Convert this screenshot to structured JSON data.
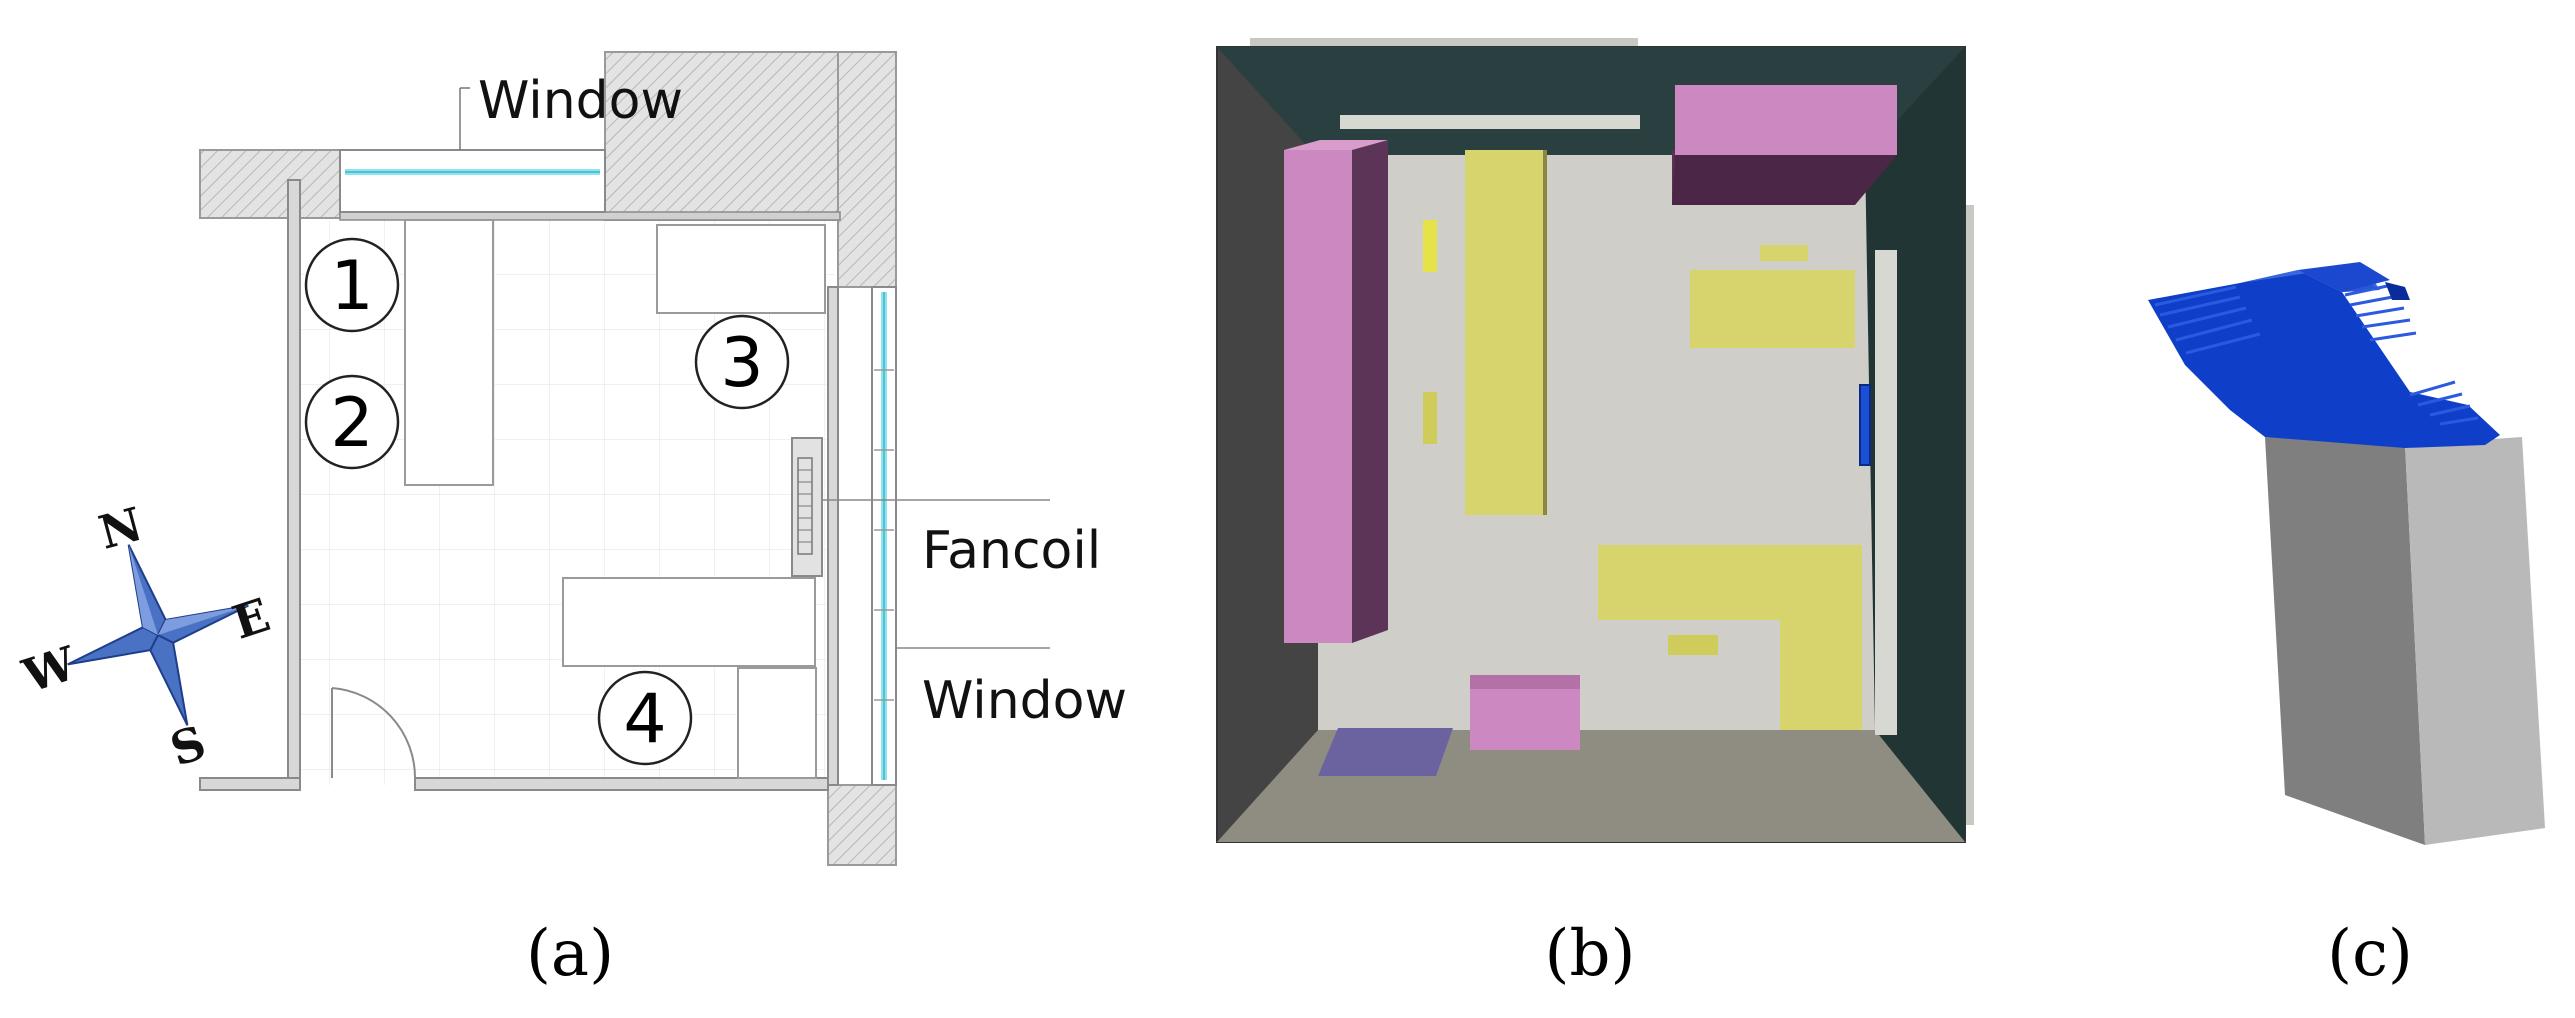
{
  "panel_a": {
    "window_top_label": "Window",
    "window_right_label": "Window",
    "fancoil_label": "Fancoil",
    "zones": [
      "1",
      "2",
      "3",
      "4"
    ],
    "compass": {
      "n": "N",
      "e": "E",
      "s": "S",
      "w": "W"
    },
    "caption": "(a)"
  },
  "panel_b": {
    "caption": "(b)"
  },
  "panel_c": {
    "caption": "(c)"
  },
  "colors": {
    "wall_hatch": "#d9d9d9",
    "window_glass": "#8fe3f0",
    "compass_blue": "#4a72c4",
    "room_floor": "#cfcec8",
    "dark_wall": "#454545",
    "teal_wall": "#1f3a3a",
    "pink_furniture": "#cc88c0",
    "yellow_furniture": "#d7d46e",
    "fancoil_blue": "#1a4fd6",
    "grey_block": "#7f7f7f",
    "fan_blade_blue": "#0f3fc8"
  }
}
